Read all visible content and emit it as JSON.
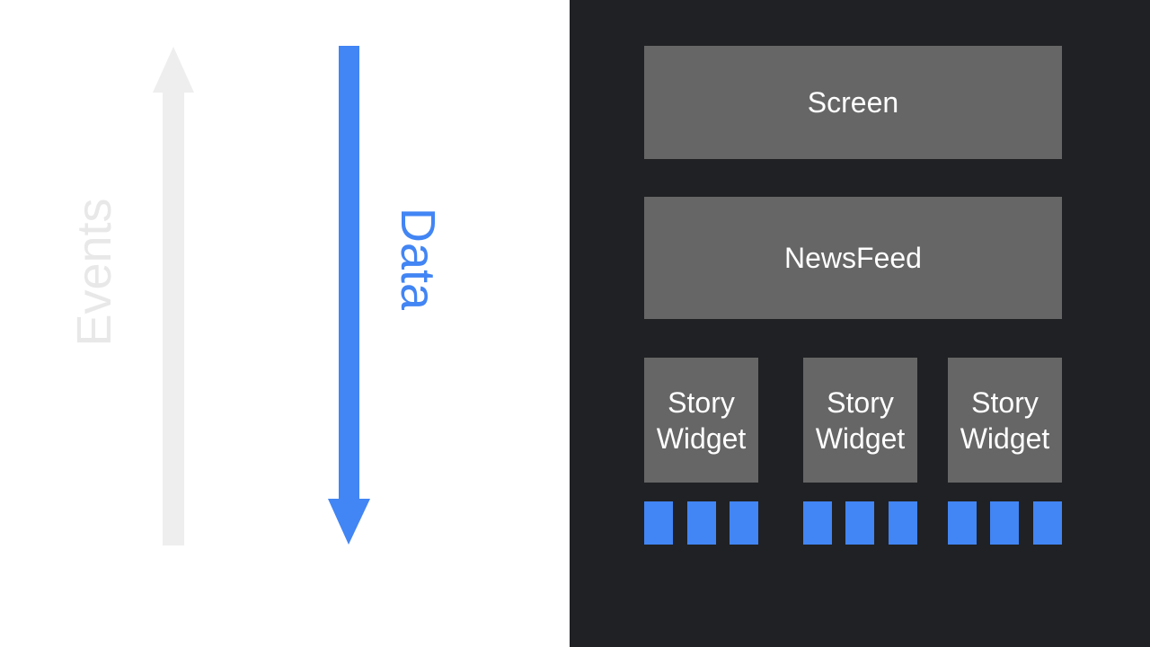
{
  "flow": {
    "events_label": "Events",
    "data_label": "Data"
  },
  "widgets": {
    "screen": "Screen",
    "newsfeed": "NewsFeed",
    "stories": [
      {
        "line1": "Story",
        "line2": "Widget"
      },
      {
        "line1": "Story",
        "line2": "Widget"
      },
      {
        "line1": "Story",
        "line2": "Widget"
      }
    ]
  },
  "colors": {
    "events_arrow": "#eeeeee",
    "data_arrow": "#4285f4",
    "panel_background": "#202124",
    "widget_box": "#666666",
    "leaf_widget": "#4285f4"
  }
}
